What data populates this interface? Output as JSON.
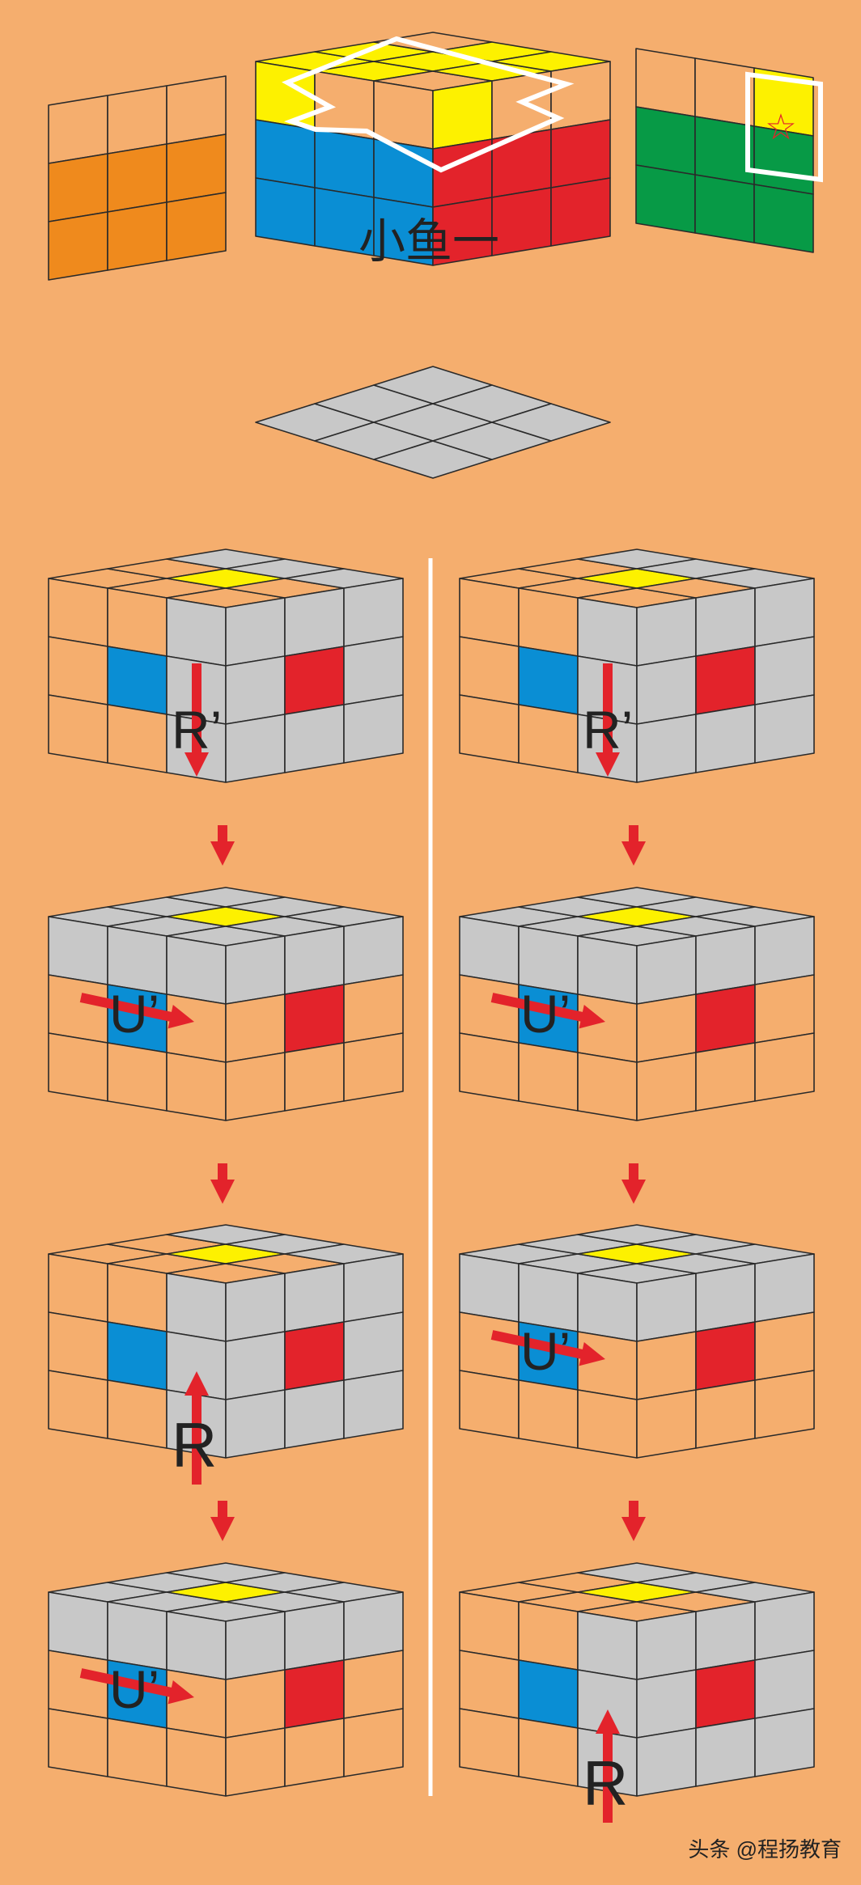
{
  "colors": {
    "background": "#f5ae6e",
    "empty": "#f5ae6e",
    "gray": "#c8c8c8",
    "yellow": "#fdf100",
    "blue": "#0a8ed4",
    "red": "#e3232b",
    "orange": "#ef8a1d",
    "green": "#079a46",
    "arrow": "#e3232b",
    "line": "#2a2a2a",
    "divider": "#ffffff"
  },
  "title_label": "小鱼一",
  "star_icon": "star-icon",
  "watermark": "头条 @程扬教育",
  "sequences": {
    "left": [
      {
        "move": "R’",
        "arrow": "down"
      },
      {
        "move": "U’",
        "arrow": "right"
      },
      {
        "move": "R",
        "arrow": "up"
      },
      {
        "move": "U’",
        "arrow": "right"
      }
    ],
    "right": [
      {
        "move": "R’",
        "arrow": "down"
      },
      {
        "move": "U’",
        "arrow": "right"
      },
      {
        "move": "U’",
        "arrow": "right"
      },
      {
        "move": "R",
        "arrow": "up"
      }
    ]
  }
}
